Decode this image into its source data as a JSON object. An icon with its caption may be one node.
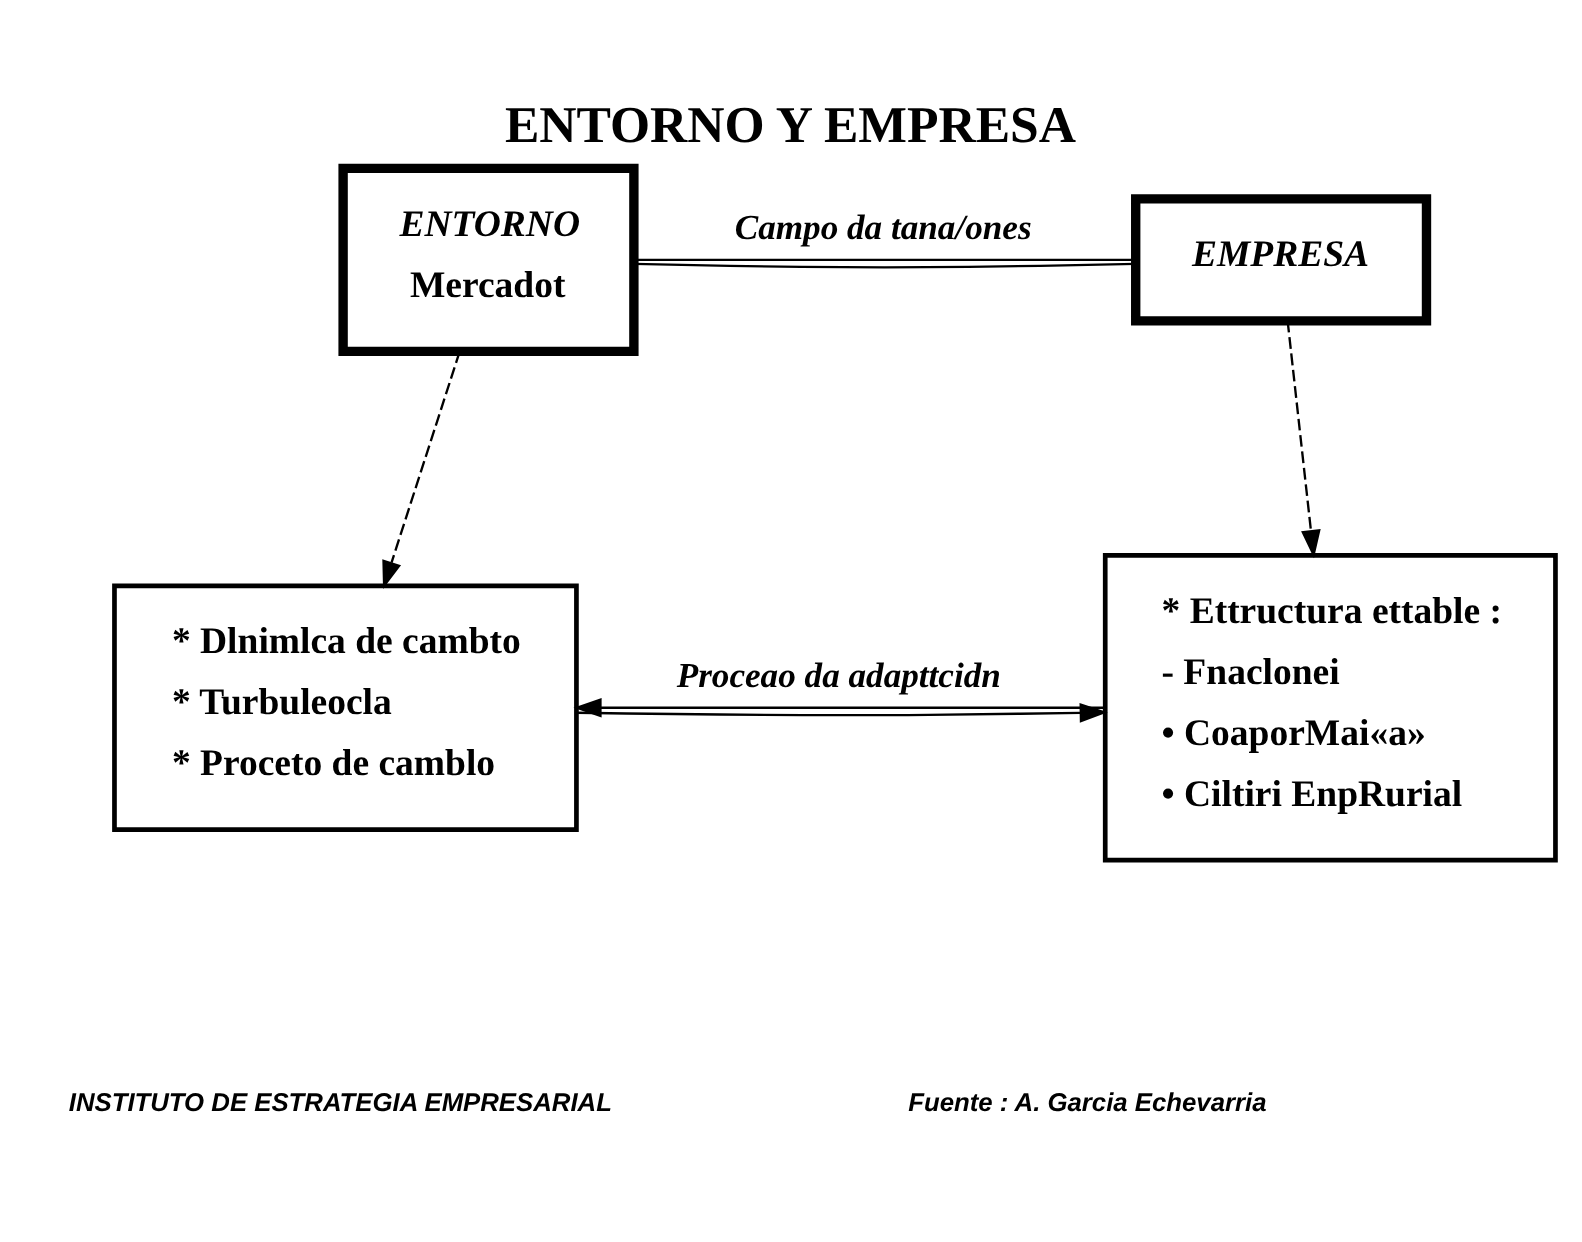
{
  "diagram": {
    "title": "ENTORNO Y EMPRESA",
    "nodes": [
      {
        "text": [
          "ENTORNO",
          "Mercadot"
        ]
      },
      {
        "text": [
          "EMPRESA"
        ]
      },
      {
        "text": [
          "* Dlnimlca de cambto",
          "* Turbuleocla",
          "* Proceto de camblo"
        ]
      },
      {
        "text": [
          "* Ettructura ettable :",
          "- Fnaclonei",
          "• CoaporMai«a»",
          "• Ciltiri EnpRurial"
        ]
      }
    ],
    "edges": [
      {
        "from": 0,
        "to": 1,
        "arrow": "none",
        "label": "Campo da tana/ones"
      },
      {
        "from": 1,
        "to": 0,
        "arrow": "none"
      },
      {
        "from": 0,
        "to": 2,
        "arrow": "to",
        "style": "dashed"
      },
      {
        "from": 1,
        "to": 3,
        "arrow": "to",
        "style": "dashed"
      },
      {
        "from": 2,
        "to": 3,
        "arrow": "to"
      },
      {
        "from": 3,
        "to": 2,
        "arrow": "to",
        "label": "Proceao da adapttcidn"
      }
    ],
    "labels": [
      "INSTITUTO DE ESTRATEGIA EMPRESARIAL",
      "Fuente : A. Garcia Echevarria"
    ]
  }
}
